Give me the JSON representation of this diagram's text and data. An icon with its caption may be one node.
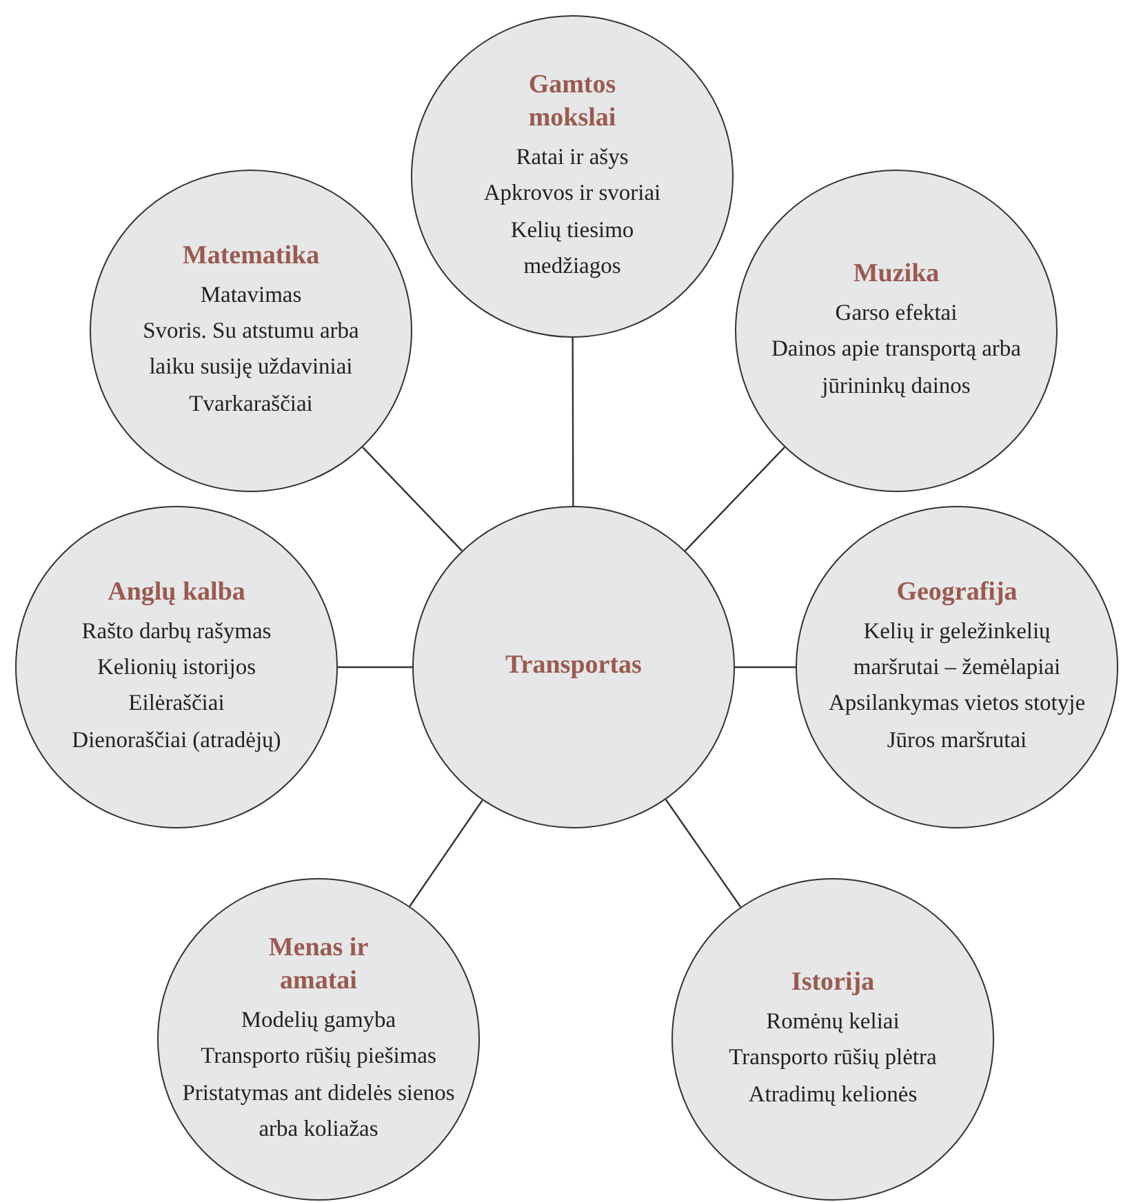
{
  "diagram": {
    "nodes": [
      {
        "text": [
          "Gamtos mokslai",
          "Ratai ir ašys",
          "Apkrovos ir svoriai",
          "Kelių tiesimo medžiagos"
        ]
      },
      {
        "text": [
          "Matematika",
          "Matavimas",
          "Svoris. Su atstumu arba laiku susiję uždaviniai",
          "Tvarkaraščiai"
        ]
      },
      {
        "text": [
          "Muzika",
          "Garso efektai",
          "Dainos apie transportą arba jūrininkų dainos"
        ]
      },
      {
        "text": [
          "Anglų kalba",
          "Rašto darbų rašymas",
          "Kelionių istorijos",
          "Eilėraščiai",
          "Dienoraščiai (atradėjų)"
        ]
      },
      {
        "text": [
          "Transportas"
        ]
      },
      {
        "text": [
          "Geografija",
          "Kelių ir geležinkelių maršrutai – žemėlapiai",
          "Apsilankymas vietos stotyje",
          "Jūros maršrutai"
        ]
      },
      {
        "text": [
          "Menas ir amatai",
          "Modelių gamyba",
          "Transporto rūšių piešimas",
          "Pristatymas ant didelės sienos arba koliažas"
        ]
      },
      {
        "text": [
          "Istorija",
          "Romėnų keliai",
          "Transporto rūšių plėtra",
          "Atradimų kelionės"
        ]
      }
    ],
    "edges": [
      {
        "from": 4,
        "to": 0,
        "arrow": "none"
      },
      {
        "from": 4,
        "to": 1,
        "arrow": "none"
      },
      {
        "from": 4,
        "to": 2,
        "arrow": "none"
      },
      {
        "from": 4,
        "to": 3,
        "arrow": "none"
      },
      {
        "from": 4,
        "to": 5,
        "arrow": "none"
      },
      {
        "from": 4,
        "to": 6,
        "arrow": "none"
      },
      {
        "from": 4,
        "to": 7,
        "arrow": "none"
      }
    ]
  }
}
